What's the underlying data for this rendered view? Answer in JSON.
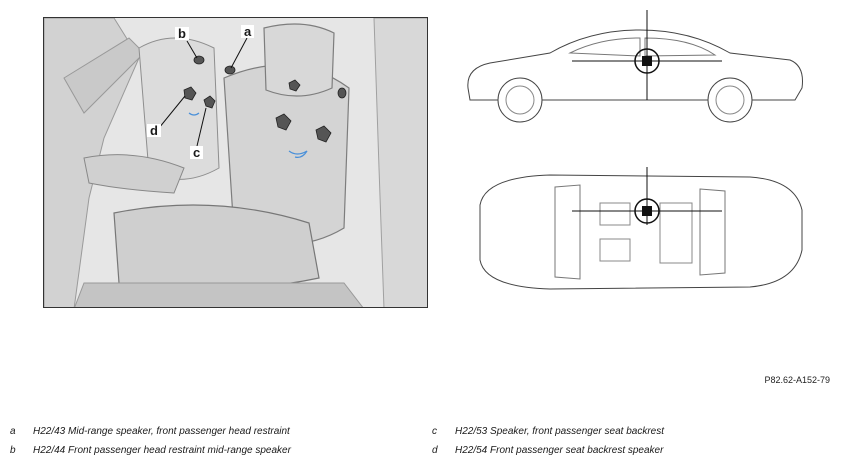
{
  "figure": {
    "reference_code": "P82.62-A152-79",
    "callouts": {
      "a": "a",
      "b": "b",
      "c": "c",
      "d": "d"
    }
  },
  "legend": {
    "left": [
      {
        "key": "a",
        "text": "H22/43 Mid-range speaker, front passenger head restraint"
      },
      {
        "key": "b",
        "text": "H22/44 Front passenger head restraint mid-range speaker"
      }
    ],
    "right": [
      {
        "key": "c",
        "text": "H22/53 Speaker, front passenger seat backrest"
      },
      {
        "key": "d",
        "text": "H22/54 Front passenger seat backrest speaker"
      }
    ]
  }
}
